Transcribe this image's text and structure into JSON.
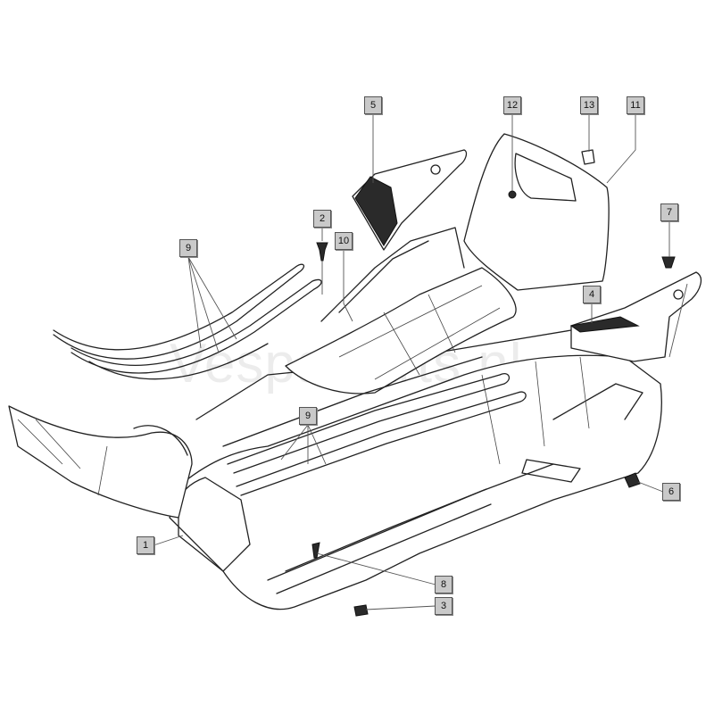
{
  "diagram": {
    "watermark": "VespaParts.nl",
    "callouts": [
      {
        "id": "5",
        "label": "5"
      },
      {
        "id": "12",
        "label": "12"
      },
      {
        "id": "13",
        "label": "13"
      },
      {
        "id": "11",
        "label": "11"
      },
      {
        "id": "2",
        "label": "2"
      },
      {
        "id": "10",
        "label": "10"
      },
      {
        "id": "9a",
        "label": "9"
      },
      {
        "id": "7",
        "label": "7"
      },
      {
        "id": "4",
        "label": "4"
      },
      {
        "id": "9b",
        "label": "9"
      },
      {
        "id": "6",
        "label": "6"
      },
      {
        "id": "1",
        "label": "1"
      },
      {
        "id": "8",
        "label": "8"
      },
      {
        "id": "3",
        "label": "3"
      }
    ]
  }
}
